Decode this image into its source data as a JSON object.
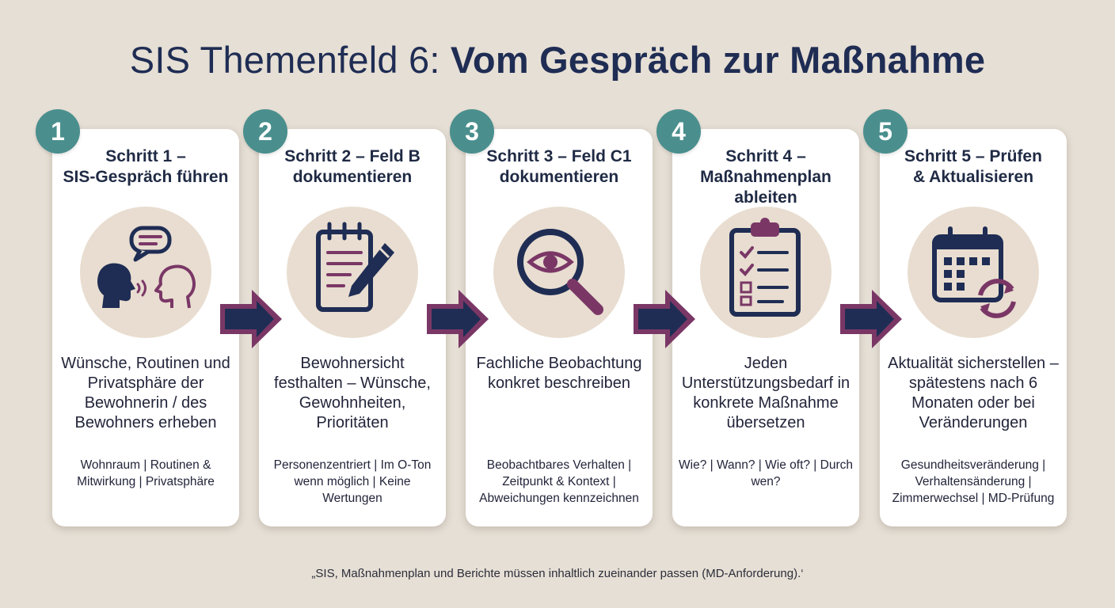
{
  "title": {
    "prefix": "SIS Themenfeld 6:",
    "main": "Vom Gespräch zur Maßnahme"
  },
  "colors": {
    "background": "#e6dfd5",
    "badge": "#4a8f8e",
    "navy": "#1f2d54",
    "plum": "#7a3766",
    "icon_circle": "#e8ddd0"
  },
  "steps": [
    {
      "number": "1",
      "title_line1": "Schritt 1 –",
      "title_line2": "SIS-Gespräch führen",
      "title_line3": "",
      "icon": "conversation-icon",
      "description": "Wünsche, Routinen und Privatsphäre der Bewohnerin / des Bewohners erheben",
      "tags": "Wohnraum | Routinen & Mitwirkung | Privatsphäre"
    },
    {
      "number": "2",
      "title_line1": "Schritt 2 – Feld B",
      "title_line2": "dokumentieren",
      "title_line3": "",
      "icon": "notepad-pen-icon",
      "description": "Bewohnersicht festhalten – Wünsche, Gewohnheiten, Prioritäten",
      "tags": "Personenzentriert | Im O-Ton wenn möglich | Keine Wertungen"
    },
    {
      "number": "3",
      "title_line1": "Schritt 3 – Feld C1",
      "title_line2": "dokumentieren",
      "title_line3": "",
      "icon": "magnifier-eye-icon",
      "description": "Fachliche Beobachtung konkret beschreiben",
      "tags": "Beobachtbares Verhalten | Zeitpunkt & Kontext | Abweichungen kennzeichnen"
    },
    {
      "number": "4",
      "title_line1": "Schritt 4 –",
      "title_line2": "Maßnahmenplan",
      "title_line3": "ableiten",
      "icon": "clipboard-checklist-icon",
      "description": "Jeden Unterstützungsbedarf in konkrete Maßnahme übersetzen",
      "tags": "Wie? | Wann? | Wie oft? | Durch wen?"
    },
    {
      "number": "5",
      "title_line1": "Schritt 5 – Prüfen",
      "title_line2": "& Aktualisieren",
      "title_line3": "",
      "icon": "calendar-refresh-icon",
      "description": "Aktualität sicherstellen – spätestens nach 6 Monaten oder bei Veränderungen",
      "tags": "Gesundheitsveränderung | Verhaltensänderung | Zimmerwechsel | MD-Prüfung"
    }
  ],
  "footer": "„SIS, Maßnahmenplan und Berichte müssen inhaltlich zueinander passen (MD-Anforderung).‘"
}
